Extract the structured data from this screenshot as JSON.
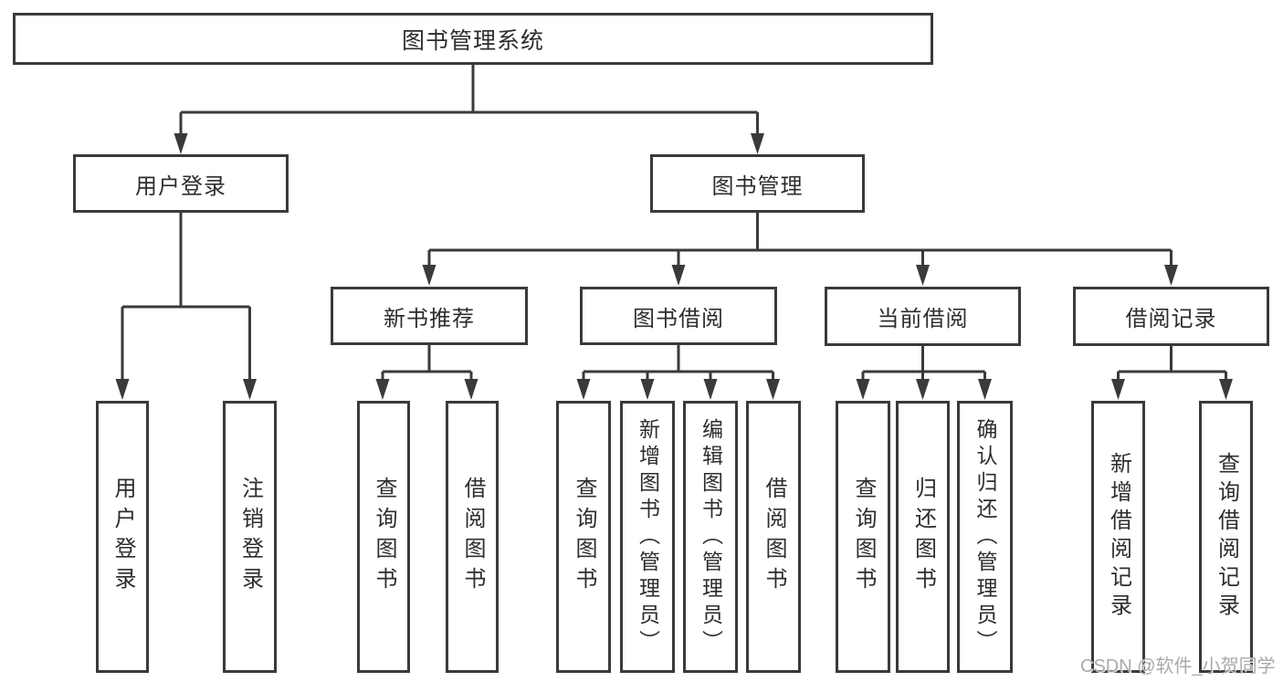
{
  "colors": {
    "background": "#ffffff",
    "line": "#3a3a3a",
    "box_border": "#3a3a3a",
    "text": "#2d2d2d",
    "watermark": "#a9a9a9"
  },
  "watermark": {
    "text": "CSDN @软件_小贺同学"
  },
  "tree": {
    "root": {
      "label": "图书管理系统"
    },
    "level2": [
      {
        "label": "用户登录",
        "children": [
          {
            "label": "用户登录"
          },
          {
            "label": "注销登录"
          }
        ]
      },
      {
        "label": "图书管理",
        "children": [
          {
            "label": "新书推荐",
            "children": [
              {
                "label": "查询图书"
              },
              {
                "label": "借阅图书"
              }
            ]
          },
          {
            "label": "图书借阅",
            "children": [
              {
                "label": "查询图书"
              },
              {
                "label": "新增图书（管理员）"
              },
              {
                "label": "编辑图书（管理员）"
              },
              {
                "label": "借阅图书"
              }
            ]
          },
          {
            "label": "当前借阅",
            "children": [
              {
                "label": "查询图书"
              },
              {
                "label": "归还图书"
              },
              {
                "label": "确认归还（管理员）"
              }
            ]
          },
          {
            "label": "借阅记录",
            "children": [
              {
                "label": "新增借阅记录"
              },
              {
                "label": "查询借阅记录"
              }
            ]
          }
        ]
      }
    ]
  }
}
